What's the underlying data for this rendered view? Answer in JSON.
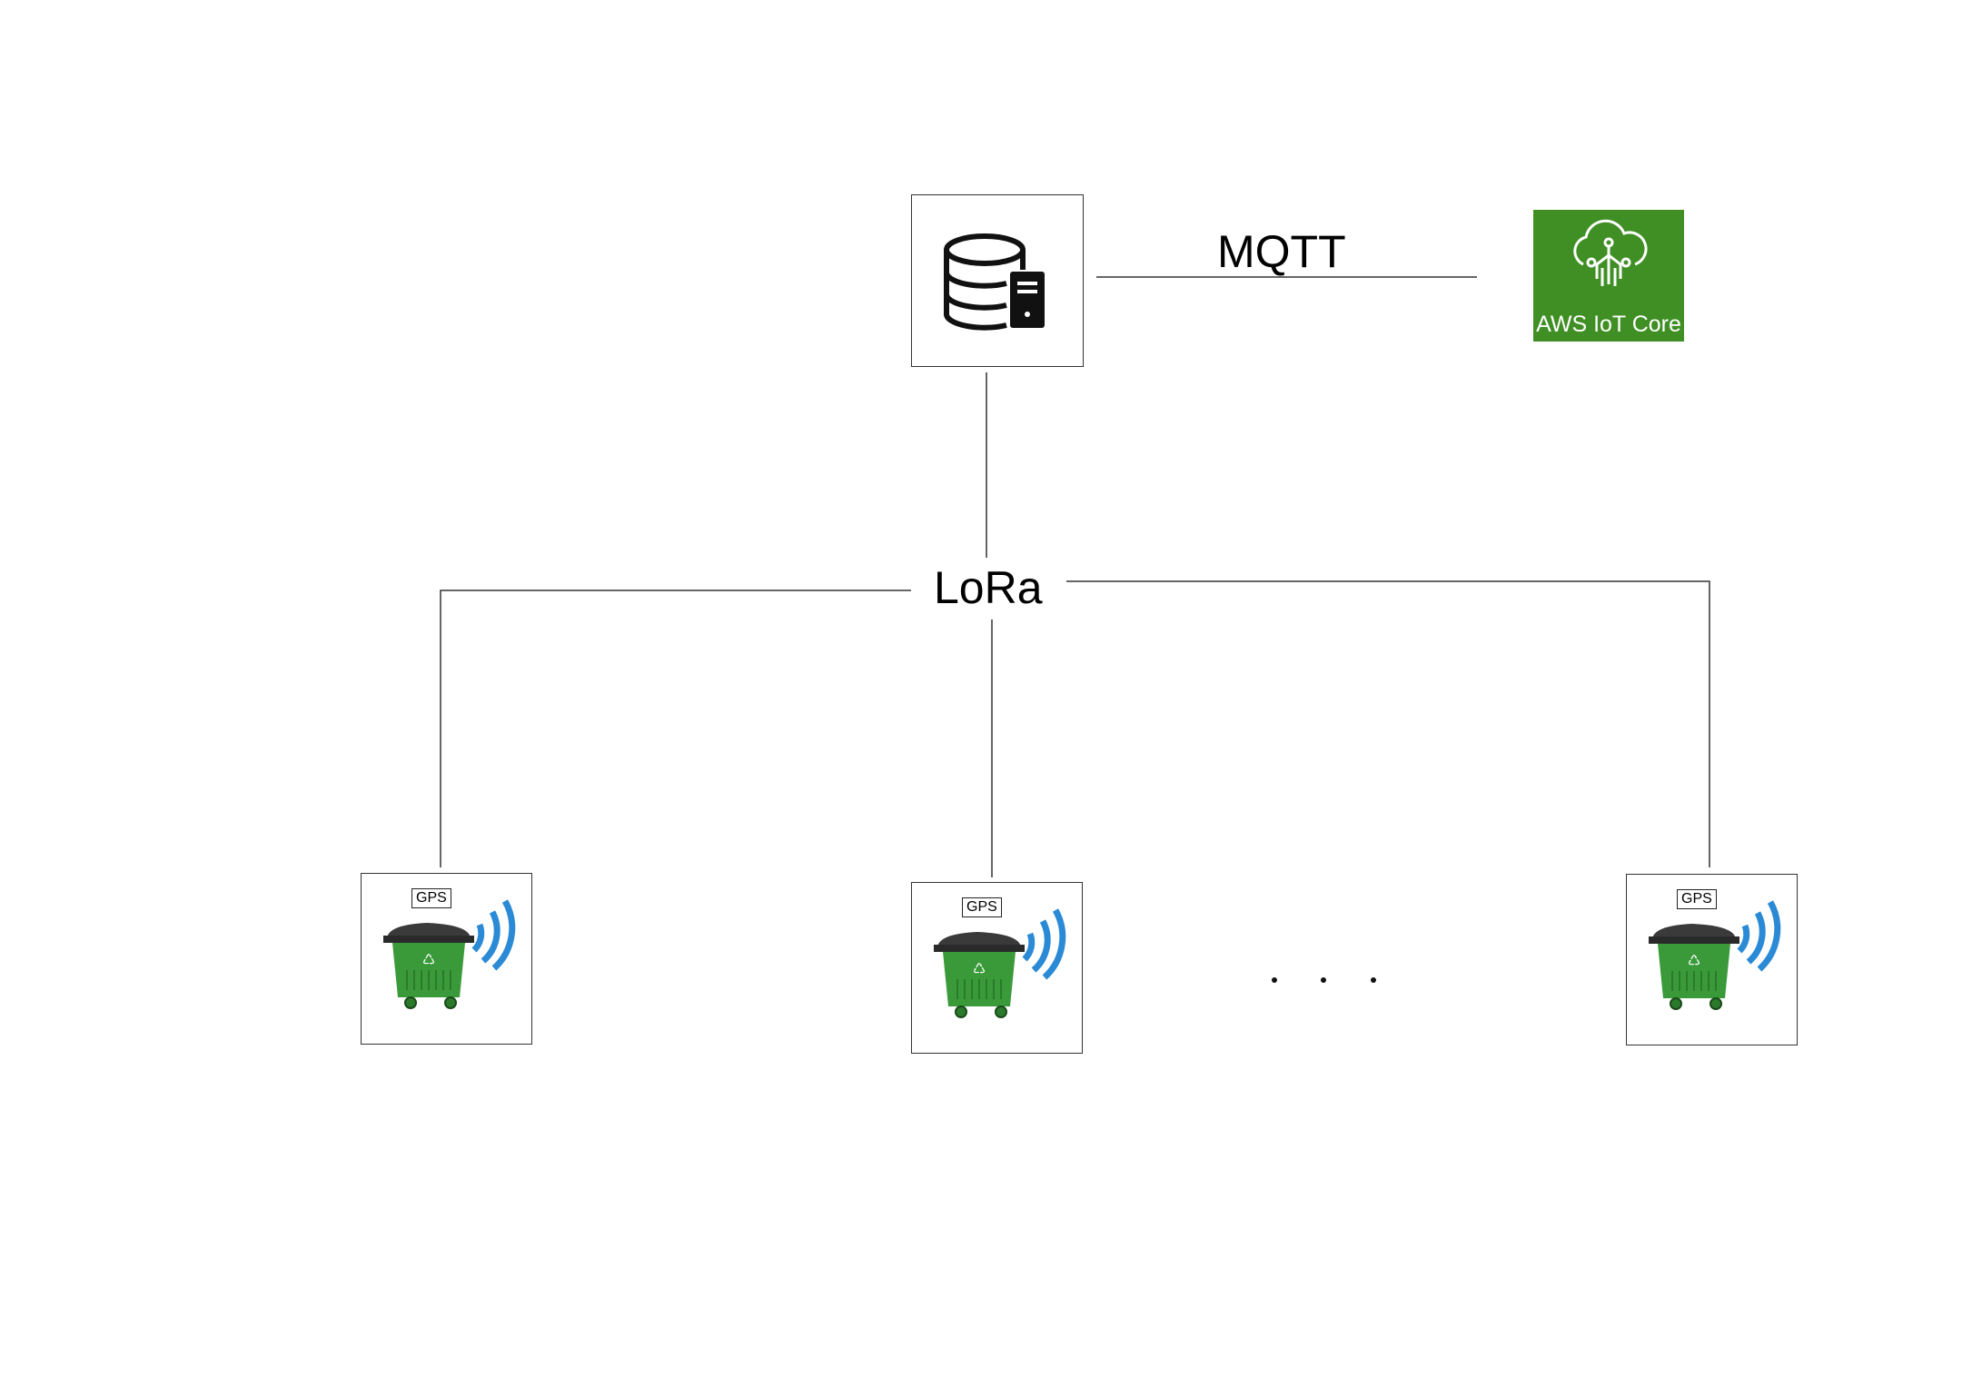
{
  "gateway": {
    "icon": "database-server-icon",
    "protocol_to_cloud": "MQTT"
  },
  "cloud": {
    "label": "AWS IoT Core",
    "icon": "iot-cloud-icon",
    "color": "#3f8f24"
  },
  "network": {
    "label": "LoRa"
  },
  "nodes": [
    {
      "icon": "smart-bin-icon",
      "gps_label": "GPS",
      "signal_icon": "wifi-signal-icon"
    },
    {
      "icon": "smart-bin-icon",
      "gps_label": "GPS",
      "signal_icon": "wifi-signal-icon"
    },
    {
      "icon": "smart-bin-icon",
      "gps_label": "GPS",
      "signal_icon": "wifi-signal-icon"
    }
  ],
  "ellipsis": ". . .",
  "colors": {
    "bin_green": "#3a9a3a",
    "signal_blue": "#2a8ad6",
    "line": "#333333"
  }
}
